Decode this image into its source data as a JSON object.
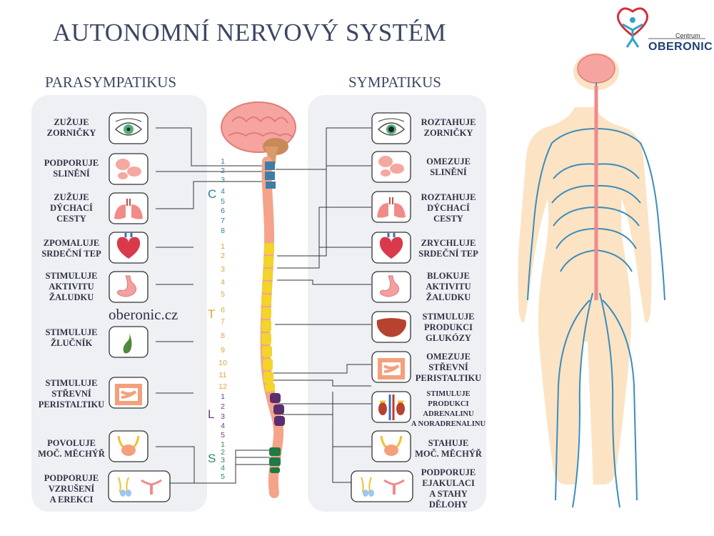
{
  "title": "AUTONOMNÍ NERVOVÝ SYSTÉM",
  "parasympathetic": {
    "heading": "PARASYMPATIKUS",
    "items": [
      {
        "label": "ZUŽUJE\nZORNIČKY",
        "icon": "eye-icon"
      },
      {
        "label": "PODPORUJE\nSLINĚNÍ",
        "icon": "salivary-gland-icon"
      },
      {
        "label": "ZUŽUJE\nDÝCHACÍ\nCESTY",
        "icon": "lungs-icon"
      },
      {
        "label": "ZPOMALUJE\nSRDEČNÍ TEP",
        "icon": "heart-icon"
      },
      {
        "label": "STIMULUJE\nAKTIVITU\nŽALUDKU",
        "icon": "stomach-icon"
      },
      {
        "label": "STIMULUJE\nŽLUČNÍK",
        "icon": "gallbladder-icon"
      },
      {
        "label": "STIMULUJE\nSTŘEVNÍ\nPERISTALTIKU",
        "icon": "intestine-icon"
      },
      {
        "label": "POVOLUJE\nMOČ. MĚCHÝŘ",
        "icon": "bladder-icon"
      },
      {
        "label": "PODPORUJE\nVZRUŠENÍ\nA EREKCI",
        "icon": "reproductive-organs-icon"
      }
    ]
  },
  "sympathetic": {
    "heading": "SYMPATIKUS",
    "items": [
      {
        "label": "ROZTAHUJE\nZORNIČKY",
        "icon": "eye-icon"
      },
      {
        "label": "OMEZUJE\nSLINĚNÍ",
        "icon": "salivary-gland-icon"
      },
      {
        "label": "ROZTAHUJE\nDÝCHACÍ\nCESTY",
        "icon": "lungs-icon"
      },
      {
        "label": "ZRYCHLUJE\nSRDEČNÍ TEP",
        "icon": "heart-icon"
      },
      {
        "label": "BLOKUJE\nAKTIVITU\nŽALUDKU",
        "icon": "stomach-icon"
      },
      {
        "label": "STIMULUJE\nPRODUKCI\nGLUKÓZY",
        "icon": "liver-icon"
      },
      {
        "label": "OMEZUJE\nSTŘEVNÍ\nPERISTALTIKU",
        "icon": "intestine-icon"
      },
      {
        "label": "STIMULUJE\nPRODUKCI\nADRENALINU\nA NORADRENALINU",
        "icon": "adrenal-kidney-icon"
      },
      {
        "label": "STAHUJE\nMOČ. MĚCHÝŘ",
        "icon": "bladder-icon"
      },
      {
        "label": "PODPORUJE\nEJAKULACI\nA STAHY\nDĚLOHY",
        "icon": "reproductive-organs-icon"
      }
    ]
  },
  "spine": {
    "segments": [
      {
        "letter": "C",
        "color": "#2b7f9b",
        "numbers": [
          "1",
          "2",
          "3",
          "4",
          "5",
          "6",
          "7",
          "8"
        ]
      },
      {
        "letter": "T",
        "color": "#e2a23b",
        "numbers": [
          "1",
          "2",
          "3",
          "4",
          "5",
          "6",
          "7",
          "8",
          "9",
          "10",
          "11",
          "12"
        ]
      },
      {
        "letter": "L",
        "color": "#6a3d7a",
        "numbers": [
          "1",
          "2",
          "3",
          "4",
          "5"
        ]
      },
      {
        "letter": "S",
        "color": "#2f8a5c",
        "numbers": [
          "1",
          "2",
          "3",
          "4",
          "5"
        ]
      }
    ]
  },
  "website": "oberonic.cz",
  "logo": {
    "centrum": "Centrum",
    "name": "OBERONIC"
  },
  "colors": {
    "title": "#3d4763",
    "panel": "#eff0f4",
    "nerve": "#3b8dbd",
    "skin": "#fbe3c4",
    "brain": "#f6a4a0"
  },
  "body_figure": {
    "icon": "human-body-nervous-system-icon"
  }
}
